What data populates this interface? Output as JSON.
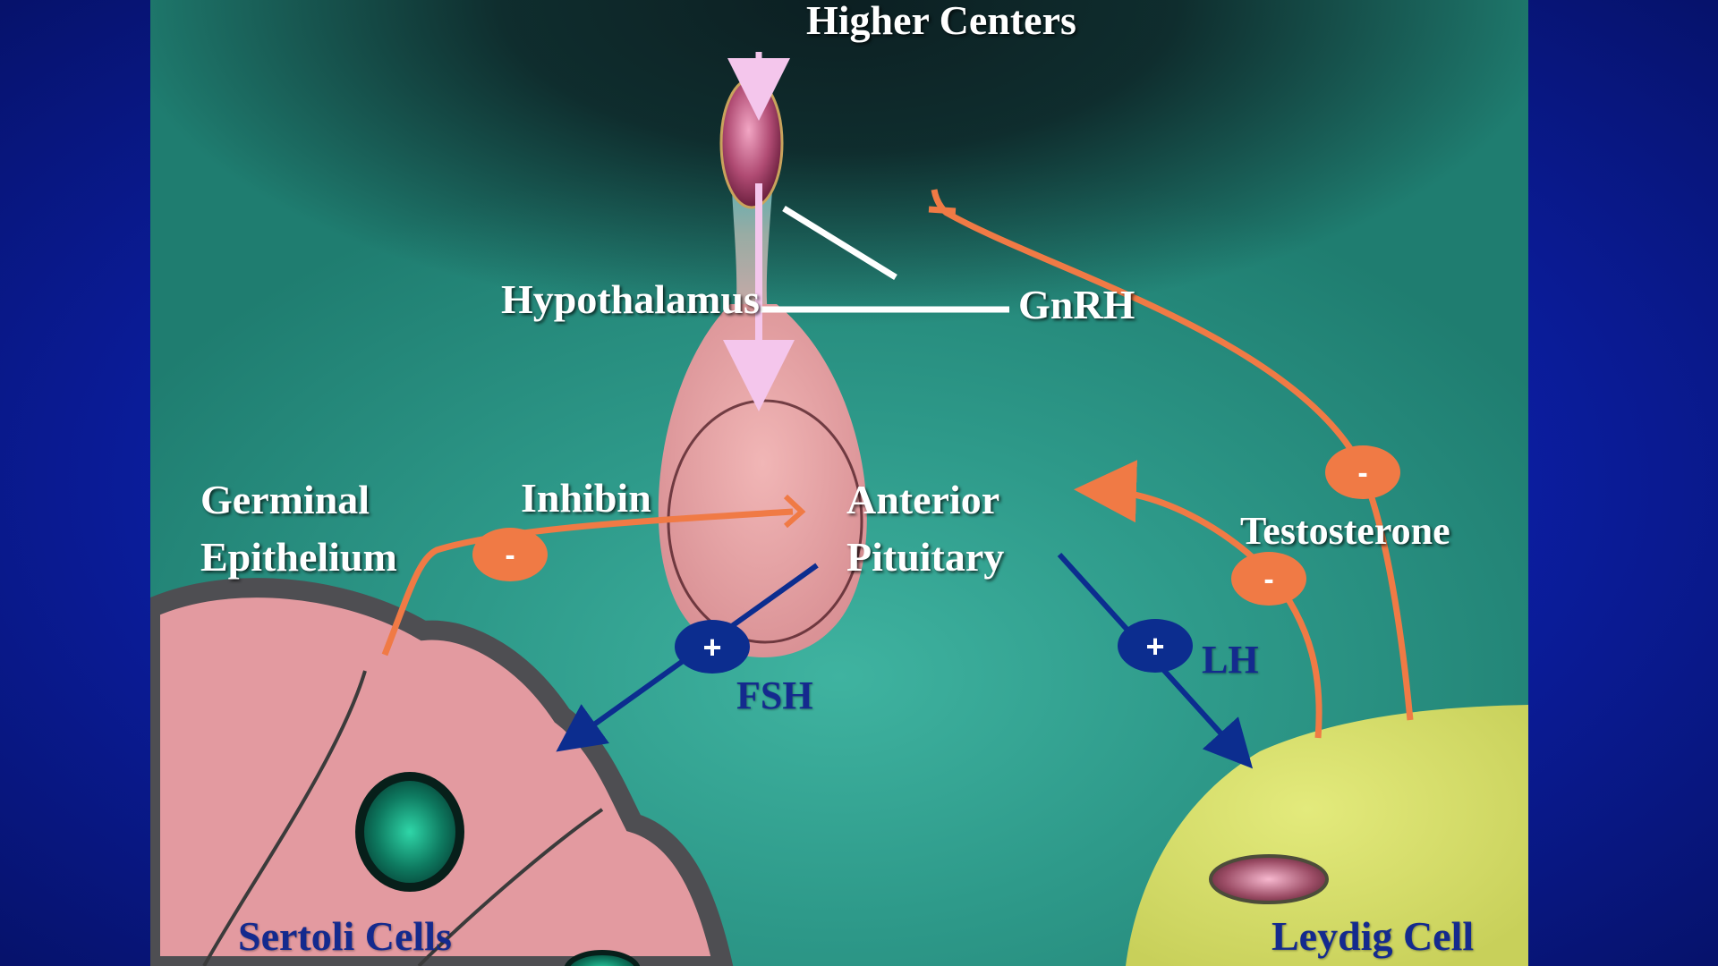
{
  "labels": {
    "higher_centers": "Higher Centers",
    "hypothalamus": "Hypothalamus",
    "gnrh": "GnRH",
    "germinal_line1": "Germinal",
    "germinal_line2": "Epithelium",
    "inhibin": "Inhibin",
    "anterior_line1": "Anterior",
    "anterior_line2": "Pituitary",
    "testosterone": "Testosterone",
    "fsh": "FSH",
    "lh": "LH",
    "sertoli": "Sertoli Cells",
    "leydig": "Leydig Cell"
  },
  "signs": {
    "plus": "+",
    "minus": "-"
  },
  "colors": {
    "background_blue": "#0b1d9e",
    "slide_teal": "#2e9a8a",
    "pituitary_pink": "#e6a9aa",
    "sertoli_pink": "#e39aa0",
    "leydig_yellow": "#d9e36a",
    "negative_feedback_orange": "#f07a45",
    "positive_blue": "#0c2d8f",
    "gnrh_arrow_pink": "#f4c6ec"
  },
  "icons": [
    "minus-badge-icon",
    "plus-badge-icon",
    "arrow-icon"
  ]
}
